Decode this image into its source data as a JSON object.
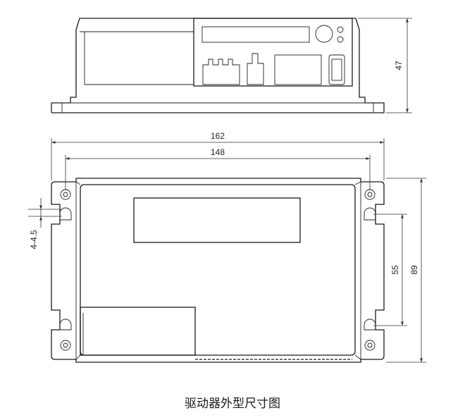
{
  "dimensions": {
    "height": "47",
    "overall_length": "162",
    "hole_spacing_length": "148",
    "slot_width": "4-4.5",
    "hole_spacing_width": "55",
    "overall_width": "89"
  },
  "caption": "驱动器外型尺寸图"
}
